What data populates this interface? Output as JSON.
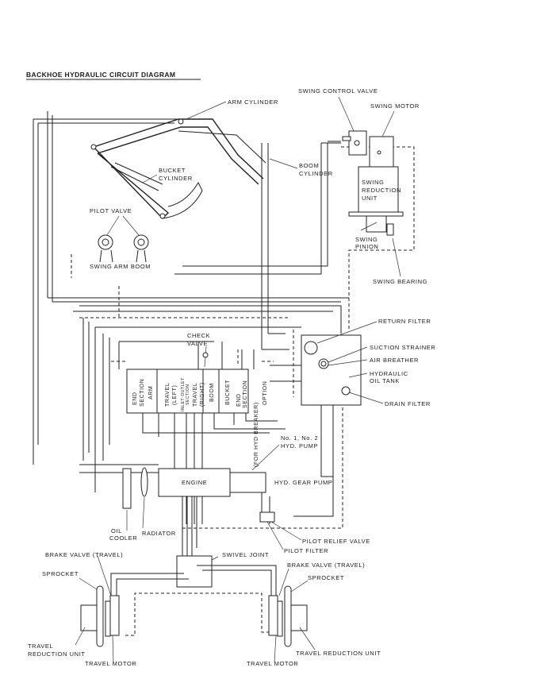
{
  "title": "BACKHOE HYDRAULIC CIRCUIT DIAGRAM",
  "labels": {
    "swing_control_valve": "SWING CONTROL VALVE",
    "swing_motor": "SWING MOTOR",
    "arm_cylinder": "ARM CYLINDER",
    "boom_cylinder_1": "BOOM",
    "boom_cylinder_2": "CYLINDER",
    "bucket_cylinder_1": "BUCKET",
    "bucket_cylinder_2": "CYLINDER",
    "pilot_valve": "PILOT VALVE",
    "pilot_valve_sub": "SWING ARM BOOM",
    "swing_reduction_1": "SWING",
    "swing_reduction_2": "REDUCTION",
    "swing_reduction_3": "UNIT",
    "swing_pinion_1": "SWING",
    "swing_pinion_2": "PINION",
    "swing_bearing": "SWING BEARING",
    "return_filter": "RETURN FILTER",
    "suction_strainer": "SUCTION STRAINER",
    "air_breather": "AIR BREATHER",
    "hydraulic_tank_1": "HYDRAULIC",
    "hydraulic_tank_2": "OIL TANK",
    "drain_filter": "DRAIN FILTER",
    "check_valve_1": "CHECK",
    "check_valve_2": "VALVE",
    "hyd_pump_1": "No. 1, No. 2",
    "hyd_pump_2": "HYD. PUMP",
    "for_hyd_breaker": "(FOR HYD BREAKER)",
    "engine": "ENGINE",
    "hyd_gear_pump": "HYD. GEAR PUMP",
    "oil_cooler_1": "OIL",
    "oil_cooler_2": "COOLER",
    "radiator": "RADIATOR",
    "pilot_relief_valve": "PILOT RELIEF VALVE",
    "pilot_filter": "PILOT FILTER",
    "brake_valve_left": "BRAKE VALVE (TRAVEL)",
    "swivel_joint": "SWIVEL JOINT",
    "brake_valve_right": "BRAKE VALVE (TRAVEL)",
    "sprocket_left": "SPROCKET",
    "sprocket_right": "SPROCKET",
    "travel_reduction_left_1": "TRAVEL",
    "travel_reduction_left_2": "REDUCTION UNIT",
    "travel_motor_left": "TRAVEL MOTOR",
    "travel_motor_right": "TRAVEL MOTOR",
    "travel_reduction_right": "TRAVEL REDUCTION UNIT"
  },
  "control_valve_sections": [
    {
      "line1": "END",
      "line2": "SECTION"
    },
    {
      "line1": "ARM",
      "line2": ""
    },
    {
      "line1": "TRAVEL",
      "line2": "(LEFT)"
    },
    {
      "line1": "INLET·OUTLET",
      "line2": "SECTION"
    },
    {
      "line1": "TRAVEL",
      "line2": "(RIGHT)"
    },
    {
      "line1": "BOOM",
      "line2": ""
    },
    {
      "line1": "BUCKET",
      "line2": ""
    },
    {
      "line1": "END",
      "line2": "SECTION"
    },
    {
      "line1": "OPTION",
      "line2": ""
    }
  ]
}
